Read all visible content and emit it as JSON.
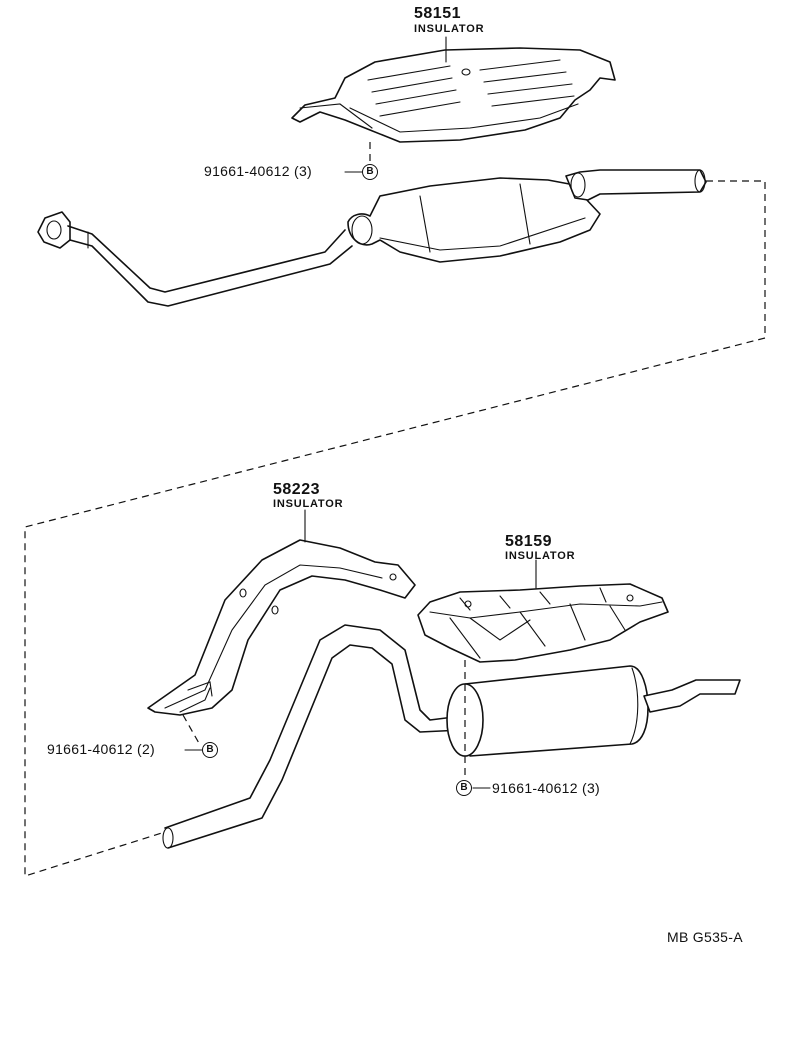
{
  "parts": {
    "insulator_upper": {
      "number": "58151",
      "name": "INSULATOR"
    },
    "insulator_tailpipe": {
      "number": "58223",
      "name": "INSULATOR"
    },
    "insulator_muffler": {
      "number": "58159",
      "name": "INSULATOR"
    }
  },
  "bolts": {
    "upper": {
      "part": "91661-40612 (3)",
      "symbol": "B"
    },
    "tailpipe": {
      "part": "91661-40612 (2)",
      "symbol": "B"
    },
    "muffler": {
      "part": "91661-40612 (3)",
      "symbol": "B"
    }
  },
  "diagram_code": "MB G535-A"
}
